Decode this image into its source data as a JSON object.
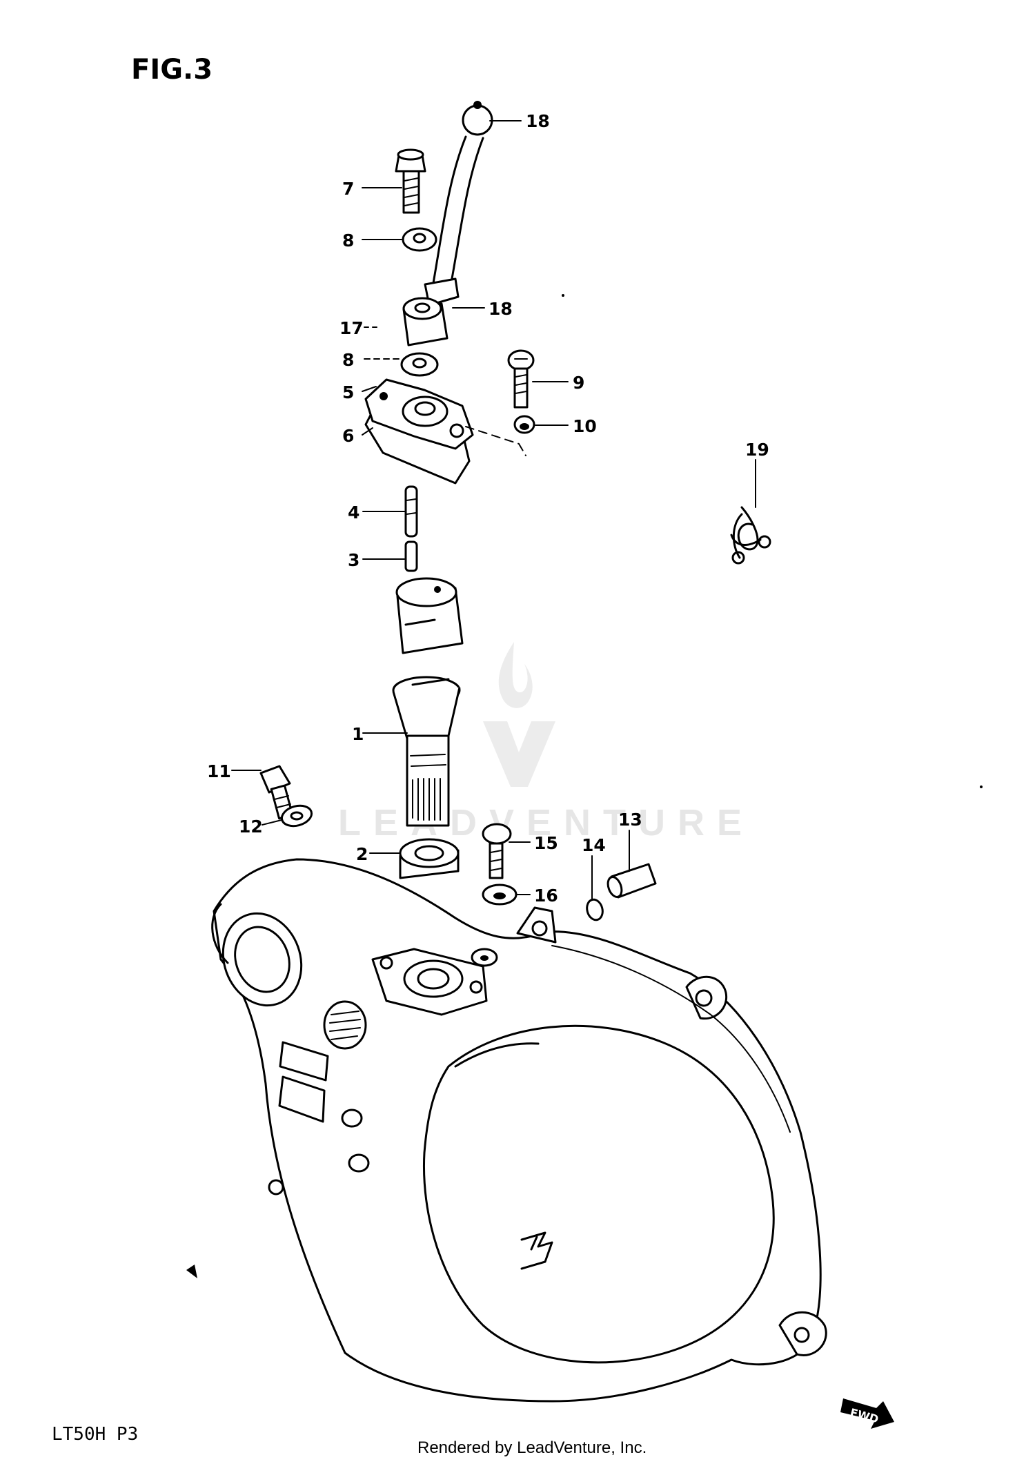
{
  "figure": {
    "title": "FIG.3",
    "model_code": "LT50H P3"
  },
  "watermark": {
    "brand": "LEADVENTURE",
    "icon": "flame-v-logo"
  },
  "footer": {
    "credit": "Rendered by LeadVenture, Inc."
  },
  "fwd_marker": {
    "label": "FWD",
    "icon": "forward-arrow-icon"
  },
  "callouts": {
    "c1": "1",
    "c2": "2",
    "c3": "3",
    "c4": "4",
    "c5": "5",
    "c6": "6",
    "c7": "7",
    "c8a": "8",
    "c8b": "8",
    "c9": "9",
    "c10": "10",
    "c11": "11",
    "c12": "12",
    "c13": "13",
    "c14": "14",
    "c15": "15",
    "c16": "16",
    "c17": "17",
    "c18a": "18",
    "c18b": "18",
    "c19": "19"
  }
}
